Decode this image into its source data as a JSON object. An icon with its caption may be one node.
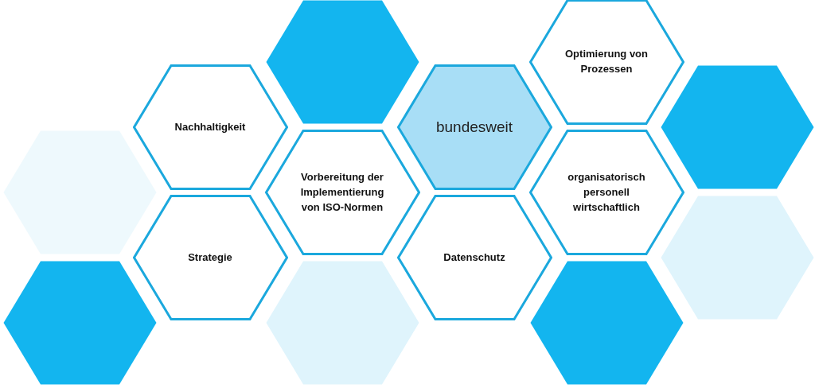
{
  "diagram": {
    "nodes": [
      {
        "text": [],
        "shape": "hexagon"
      },
      {
        "text": [],
        "shape": "hexagon"
      },
      {
        "text": [
          "Nachhaltigkeit"
        ]
      },
      {
        "text": [
          "Strategie"
        ]
      },
      {
        "text": [],
        "shape": "hexagon"
      },
      {
        "text": [
          "Vorbereitung der Implementierung von ISO-Normen"
        ]
      },
      {
        "text": [],
        "shape": "hexagon"
      },
      {
        "text": [
          "bundesweit"
        ]
      },
      {
        "text": [
          "Datenschutz"
        ]
      },
      {
        "text": [
          "Optimierung von Prozessen"
        ]
      },
      {
        "text": [
          "organisatorisch personell wirtschaftlich"
        ]
      },
      {
        "text": [],
        "shape": "hexagon"
      },
      {
        "text": [],
        "shape": "hexagon"
      },
      {
        "text": [],
        "shape": "hexagon"
      }
    ]
  }
}
